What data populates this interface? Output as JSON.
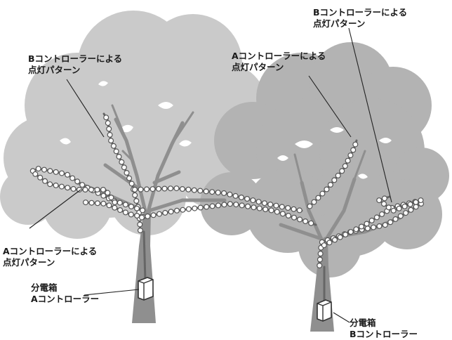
{
  "labels": {
    "top_right": {
      "line1": "Bコントローラーによる",
      "line2": "点灯パターン"
    },
    "mid_right": {
      "line1": "Aコントローラーによる",
      "line2": "点灯パターン"
    },
    "top_left": {
      "line1": "Bコントローラーによる",
      "line2": "点灯パターン"
    },
    "bottom_left": {
      "line1": "Aコントローラーによる",
      "line2": "点灯パターン"
    },
    "box_a": {
      "line1": "分電箱",
      "line2": "Aコントローラー"
    },
    "box_b": {
      "line1": "分電箱",
      "line2": "Bコントローラー"
    }
  },
  "colors": {
    "foliage_back": "#c9c9c9",
    "foliage_front": "#b1b1b1",
    "trunk": "#8e8e8e",
    "cable": "#666666",
    "bulb_fill": "#ffffff",
    "bulb_stroke": "#555555",
    "leader": "#222222"
  }
}
